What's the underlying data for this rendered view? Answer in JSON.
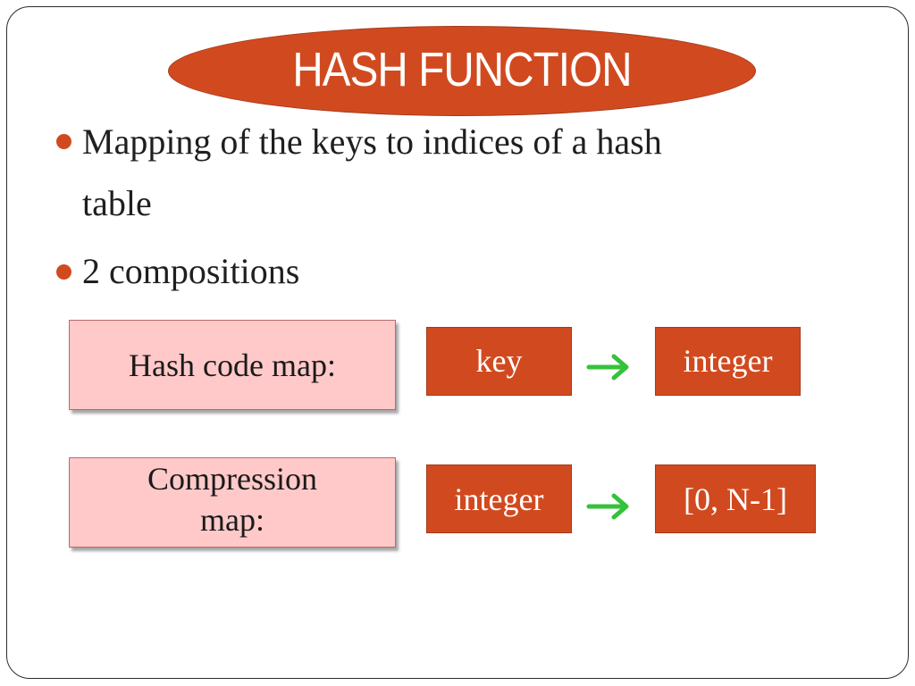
{
  "slide": {
    "title": "HASH FUNCTION",
    "bullets": [
      {
        "line1": "Mapping of the keys to indices of a hash",
        "line2": "table"
      },
      {
        "line1": "2 compositions"
      }
    ],
    "maps": [
      {
        "label": "Hash code map:",
        "from": "key",
        "to": "integer"
      },
      {
        "label_line1": "Compression",
        "label_line2": "map:",
        "from": "integer",
        "to": "[0, N-1]"
      }
    ]
  },
  "colors": {
    "accent": "#d14a1f",
    "label_fill": "#ffc9c9",
    "arrow": "#35c23a"
  },
  "icons": {
    "arrow": "right-arrow-icon",
    "bullet": "bullet-dot-icon"
  }
}
